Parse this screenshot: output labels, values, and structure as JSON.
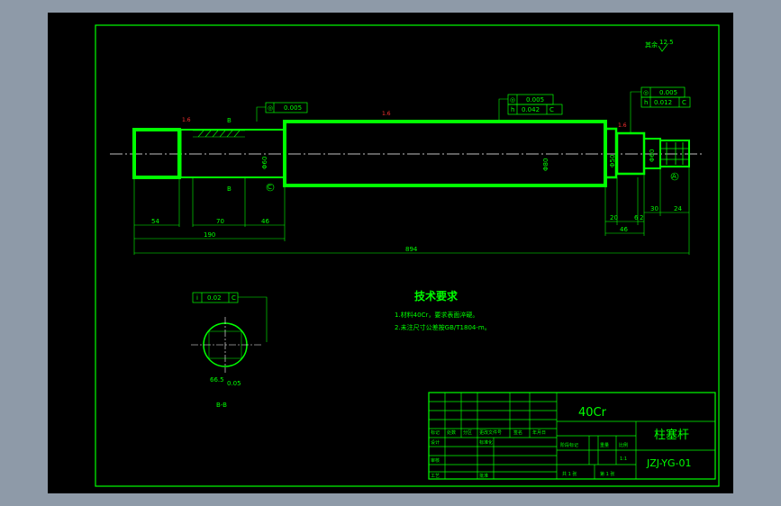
{
  "colors": {
    "frame_bg": "#8e9aa8",
    "paper": "#000000",
    "line": "#00ff00",
    "highlight": "#ff3333",
    "center_line": "#ffffff"
  },
  "surface_finish_note": "其余",
  "surface_finish_value": "12.5",
  "dimensions": {
    "d54": "54",
    "d70": "70",
    "d46a": "46",
    "d190": "190",
    "d894": "894",
    "d20": "20",
    "d6": "6",
    "d2": "2",
    "d46b": "46",
    "d30": "30",
    "d24": "24"
  },
  "diameters": {
    "phi60": "Φ60",
    "phi80": "Φ80",
    "phi50": "Φ50",
    "phi60b": "Φ60"
  },
  "tolerances": {
    "tol_top_mid": "1.6",
    "tol_left": "1.6",
    "tol_right": "1.6",
    "fc_left_sym": "◎",
    "fc_left_val": "0.005",
    "fc_mid_1_sym": "◎",
    "fc_mid_1_val": "0.005",
    "fc_mid_2_sym": "h",
    "fc_mid_2_val": "0.042",
    "fc_mid_2_ref": "C",
    "fc_right_1_sym": "◎",
    "fc_right_1_val": "0.005",
    "fc_right_2_sym": "h",
    "fc_right_2_val": "0.012",
    "fc_right_2_ref": "C",
    "fc_sec_sym": "i",
    "fc_sec_val": "0.02",
    "fc_sec_ref": "C"
  },
  "section": {
    "marker": "B",
    "label": "B-B",
    "val1": "66.5",
    "val2": "0.05"
  },
  "datums": {
    "c": "C",
    "a": "A"
  },
  "requirements": {
    "title": "技术要求",
    "line1": "1.材料40Cr，要求表面淬硬。",
    "line2": "2.未注尺寸公差按GB/T1804-m。"
  },
  "title_block": {
    "material": "40Cr",
    "part_name": "柱塞杆",
    "drawing_no": "JZJ-YG-01",
    "mark": "标记",
    "count": "处数",
    "zone": "分区",
    "change_doc": "更改文件号",
    "sign": "签名",
    "date": "年月日",
    "designer": "设计",
    "standardization": "标准化",
    "stage_mark": "阶段标记",
    "weight": "重量",
    "scale": "比例",
    "scale_val": "1:1",
    "review": "审核",
    "process": "工艺",
    "approve": "批准",
    "sheets_total": "共 1 张",
    "sheet_no": "第 1 张"
  }
}
